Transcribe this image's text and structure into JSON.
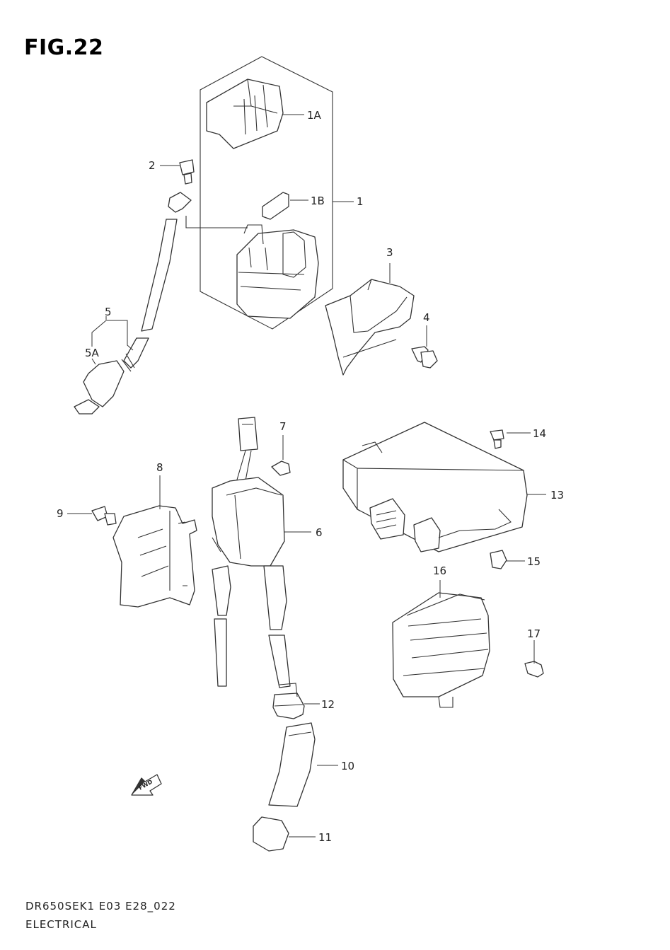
{
  "figure": {
    "title": "FIG.22",
    "model_code": "DR650SEK1 E03 E28_022",
    "section": "ELECTRICAL"
  },
  "callouts": [
    {
      "id": "label-1a",
      "text": "1A"
    },
    {
      "id": "label-1b",
      "text": "1B"
    },
    {
      "id": "label-1",
      "text": "1"
    },
    {
      "id": "label-2",
      "text": "2"
    },
    {
      "id": "label-3",
      "text": "3"
    },
    {
      "id": "label-4",
      "text": "4"
    },
    {
      "id": "label-5",
      "text": "5"
    },
    {
      "id": "label-5a",
      "text": "5A"
    },
    {
      "id": "label-6",
      "text": "6"
    },
    {
      "id": "label-7",
      "text": "7"
    },
    {
      "id": "label-8",
      "text": "8"
    },
    {
      "id": "label-9",
      "text": "9"
    },
    {
      "id": "label-10",
      "text": "10"
    },
    {
      "id": "label-11",
      "text": "11"
    },
    {
      "id": "label-12",
      "text": "12"
    },
    {
      "id": "label-13",
      "text": "13"
    },
    {
      "id": "label-14",
      "text": "14"
    },
    {
      "id": "label-15",
      "text": "15"
    },
    {
      "id": "label-16",
      "text": "16"
    },
    {
      "id": "label-17",
      "text": "17"
    }
  ],
  "fwd_arrow": {
    "text": "FWD"
  }
}
